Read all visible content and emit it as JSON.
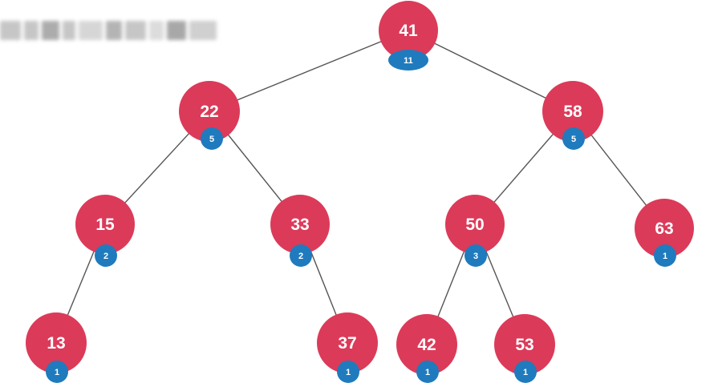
{
  "colors": {
    "node_fill": "#dc3a59",
    "badge_fill": "#1f7bbd",
    "edge": "#555555",
    "text": "#ffffff"
  },
  "tree": {
    "nodes": [
      {
        "id": "n41",
        "key": "41",
        "size": "11",
        "parent": null
      },
      {
        "id": "n22",
        "key": "22",
        "size": "5",
        "parent": "n41"
      },
      {
        "id": "n58",
        "key": "58",
        "size": "5",
        "parent": "n41"
      },
      {
        "id": "n15",
        "key": "15",
        "size": "2",
        "parent": "n22"
      },
      {
        "id": "n33",
        "key": "33",
        "size": "2",
        "parent": "n22"
      },
      {
        "id": "n50",
        "key": "50",
        "size": "3",
        "parent": "n58"
      },
      {
        "id": "n63",
        "key": "63",
        "size": "1",
        "parent": "n58"
      },
      {
        "id": "n13",
        "key": "13",
        "size": "1",
        "parent": "n15"
      },
      {
        "id": "n37",
        "key": "37",
        "size": "1",
        "parent": "n33"
      },
      {
        "id": "n42",
        "key": "42",
        "size": "1",
        "parent": "n50"
      },
      {
        "id": "n53",
        "key": "53",
        "size": "1",
        "parent": "n50"
      }
    ]
  }
}
